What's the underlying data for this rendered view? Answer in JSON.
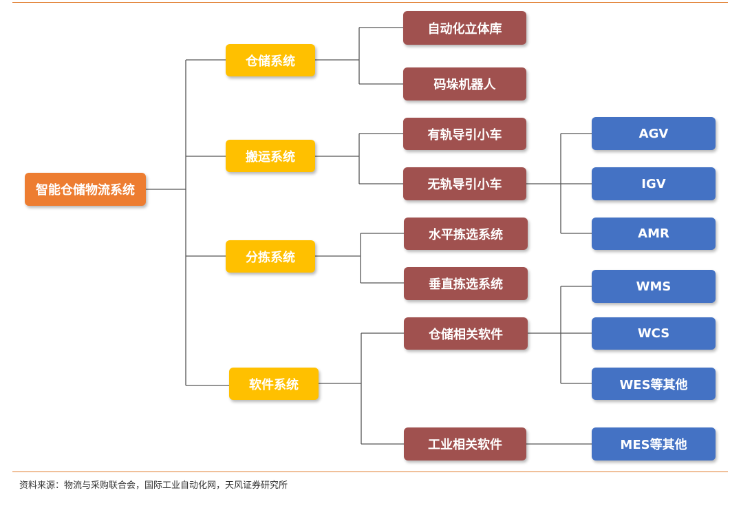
{
  "diagram": {
    "root": "智能仓储物流系统",
    "systems": [
      "仓储系统",
      "搬运系统",
      "分拣系统",
      "软件系统"
    ],
    "subsystems": [
      "自动化立体库",
      "码垛机器人",
      "有轨导引小车",
      "无轨导引小车",
      "水平拣选系统",
      "垂直拣选系统",
      "仓储相关软件",
      "工业相关软件"
    ],
    "leaves": [
      "AGV",
      "IGV",
      "AMR",
      "WMS",
      "WCS",
      "WES等其他",
      "MES等其他"
    ],
    "colors": {
      "root": "#ed7d31",
      "system": "#ffc000",
      "subsystem": "#a0514f",
      "leaf": "#4472c4",
      "rule": "#e07b2a"
    }
  },
  "footer": {
    "source": "资料来源：物流与采购联合会，国际工业自动化网，天风证券研究所"
  }
}
